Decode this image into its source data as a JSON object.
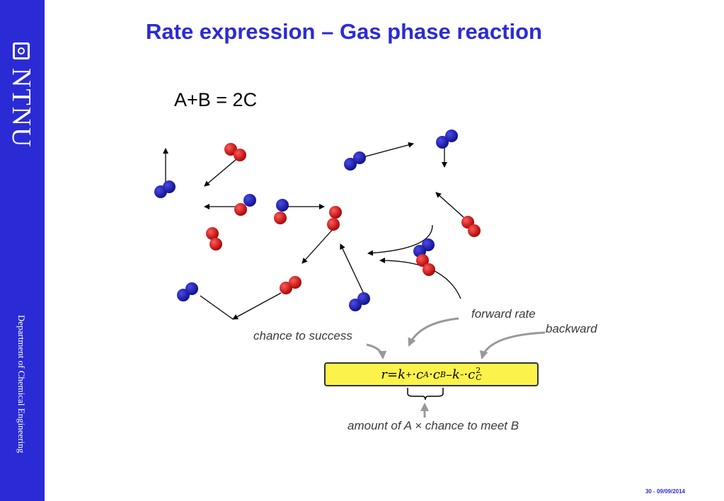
{
  "sidebar": {
    "logo_text": "NTNU",
    "department": "Department of Chemical Engineering"
  },
  "slide": {
    "title": "Rate expression – Gas phase reaction",
    "reaction": "A+B = 2C",
    "labels": {
      "chance_to_success": "chance to success",
      "forward_rate": "forward rate",
      "backward": "backward",
      "amount_chance": "amount of A × chance to meet B"
    },
    "formula": {
      "r": "r",
      "eq": " = ",
      "k": "k",
      "plus": "+",
      "c": "c",
      "A": "A",
      "B": "B",
      "minus_sub": "–",
      "C": "C",
      "two": "2",
      "dot": " · ",
      "minus": " – "
    },
    "footer": "30 - 09/09/2014"
  },
  "colors": {
    "brand_blue": "#2b2bd6",
    "molecule_blue": "#1c1ca8",
    "molecule_red": "#d11a1a",
    "formula_bg": "#fbf349"
  }
}
